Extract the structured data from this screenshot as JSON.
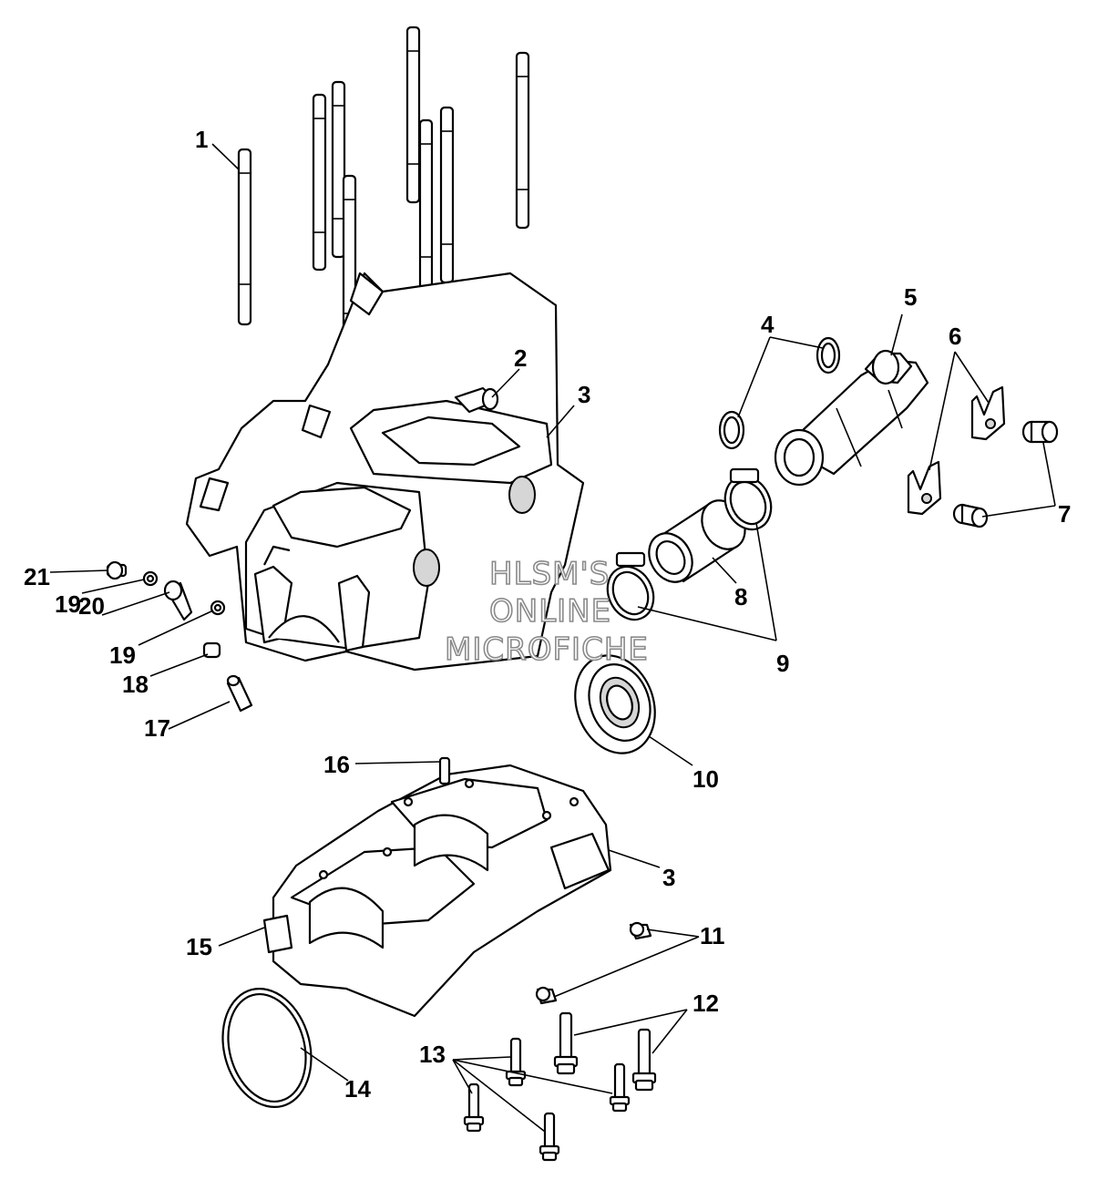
{
  "watermark": {
    "line1": "HLSM'S",
    "line2": "ONLINE",
    "line3": "MICROFICHE"
  },
  "callouts": [
    "1",
    "2",
    "3",
    "4",
    "5",
    "6",
    "7",
    "8",
    "9",
    "10",
    "11",
    "12",
    "13",
    "14",
    "15",
    "16",
    "17",
    "18",
    "19",
    "20",
    "21"
  ]
}
